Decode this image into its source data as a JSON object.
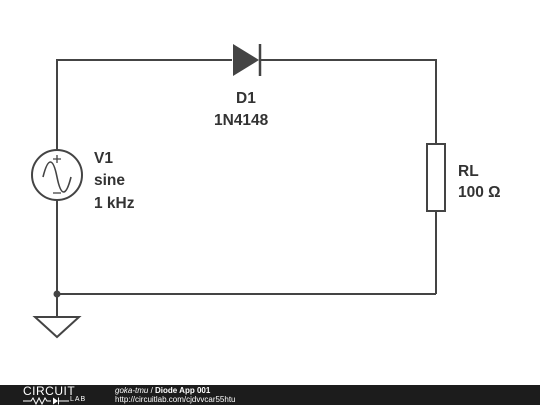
{
  "components": {
    "source": {
      "designator": "V1",
      "type": "sine",
      "frequency": "1 kHz"
    },
    "diode": {
      "designator": "D1",
      "part": "1N4148"
    },
    "resistor": {
      "designator": "RL",
      "value": "100 Ω"
    }
  },
  "footer": {
    "logo_top": "CIRCUIT",
    "logo_bottom": "LAB",
    "user": "goka-tmu",
    "separator": " / ",
    "title": "Diode App 001",
    "url": "http://circuitlab.com/cjdvvcar55htu"
  },
  "colors": {
    "wire": "#333333",
    "component": "#444444",
    "background": "#ffffff",
    "footer_bg": "#1c1c1c"
  }
}
